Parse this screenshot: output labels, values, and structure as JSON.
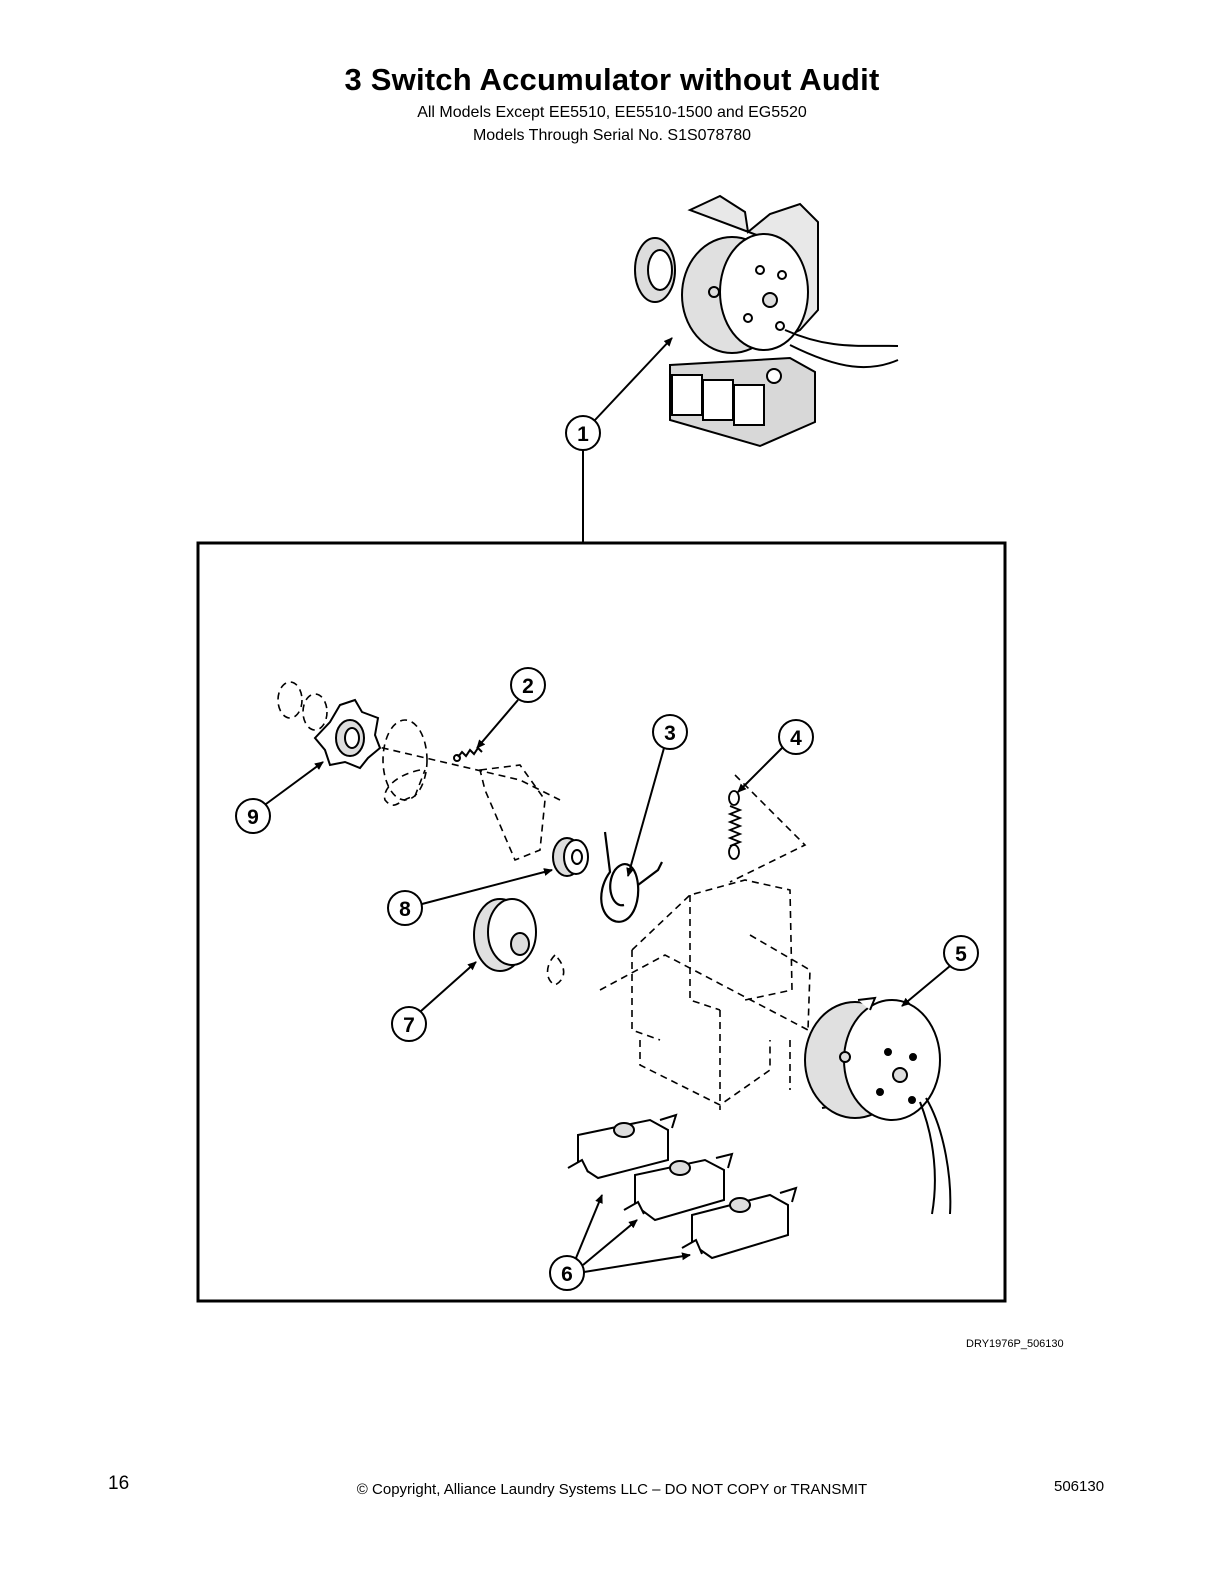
{
  "title": "3 Switch Accumulator without Audit",
  "subtitle_line1": "All Models Except EE5510, EE5510-1500 and EG5520",
  "subtitle_line2": "Models Through Serial No. S1S078780",
  "callouts": [
    "1",
    "2",
    "3",
    "4",
    "5",
    "6",
    "7",
    "8",
    "9"
  ],
  "figure_code": "DRY1976P_506130",
  "footer": {
    "page_number": "16",
    "copyright": "© Copyright, Alliance Laundry Systems LLC – DO NOT COPY or TRANSMIT",
    "doc_number": "506130"
  }
}
